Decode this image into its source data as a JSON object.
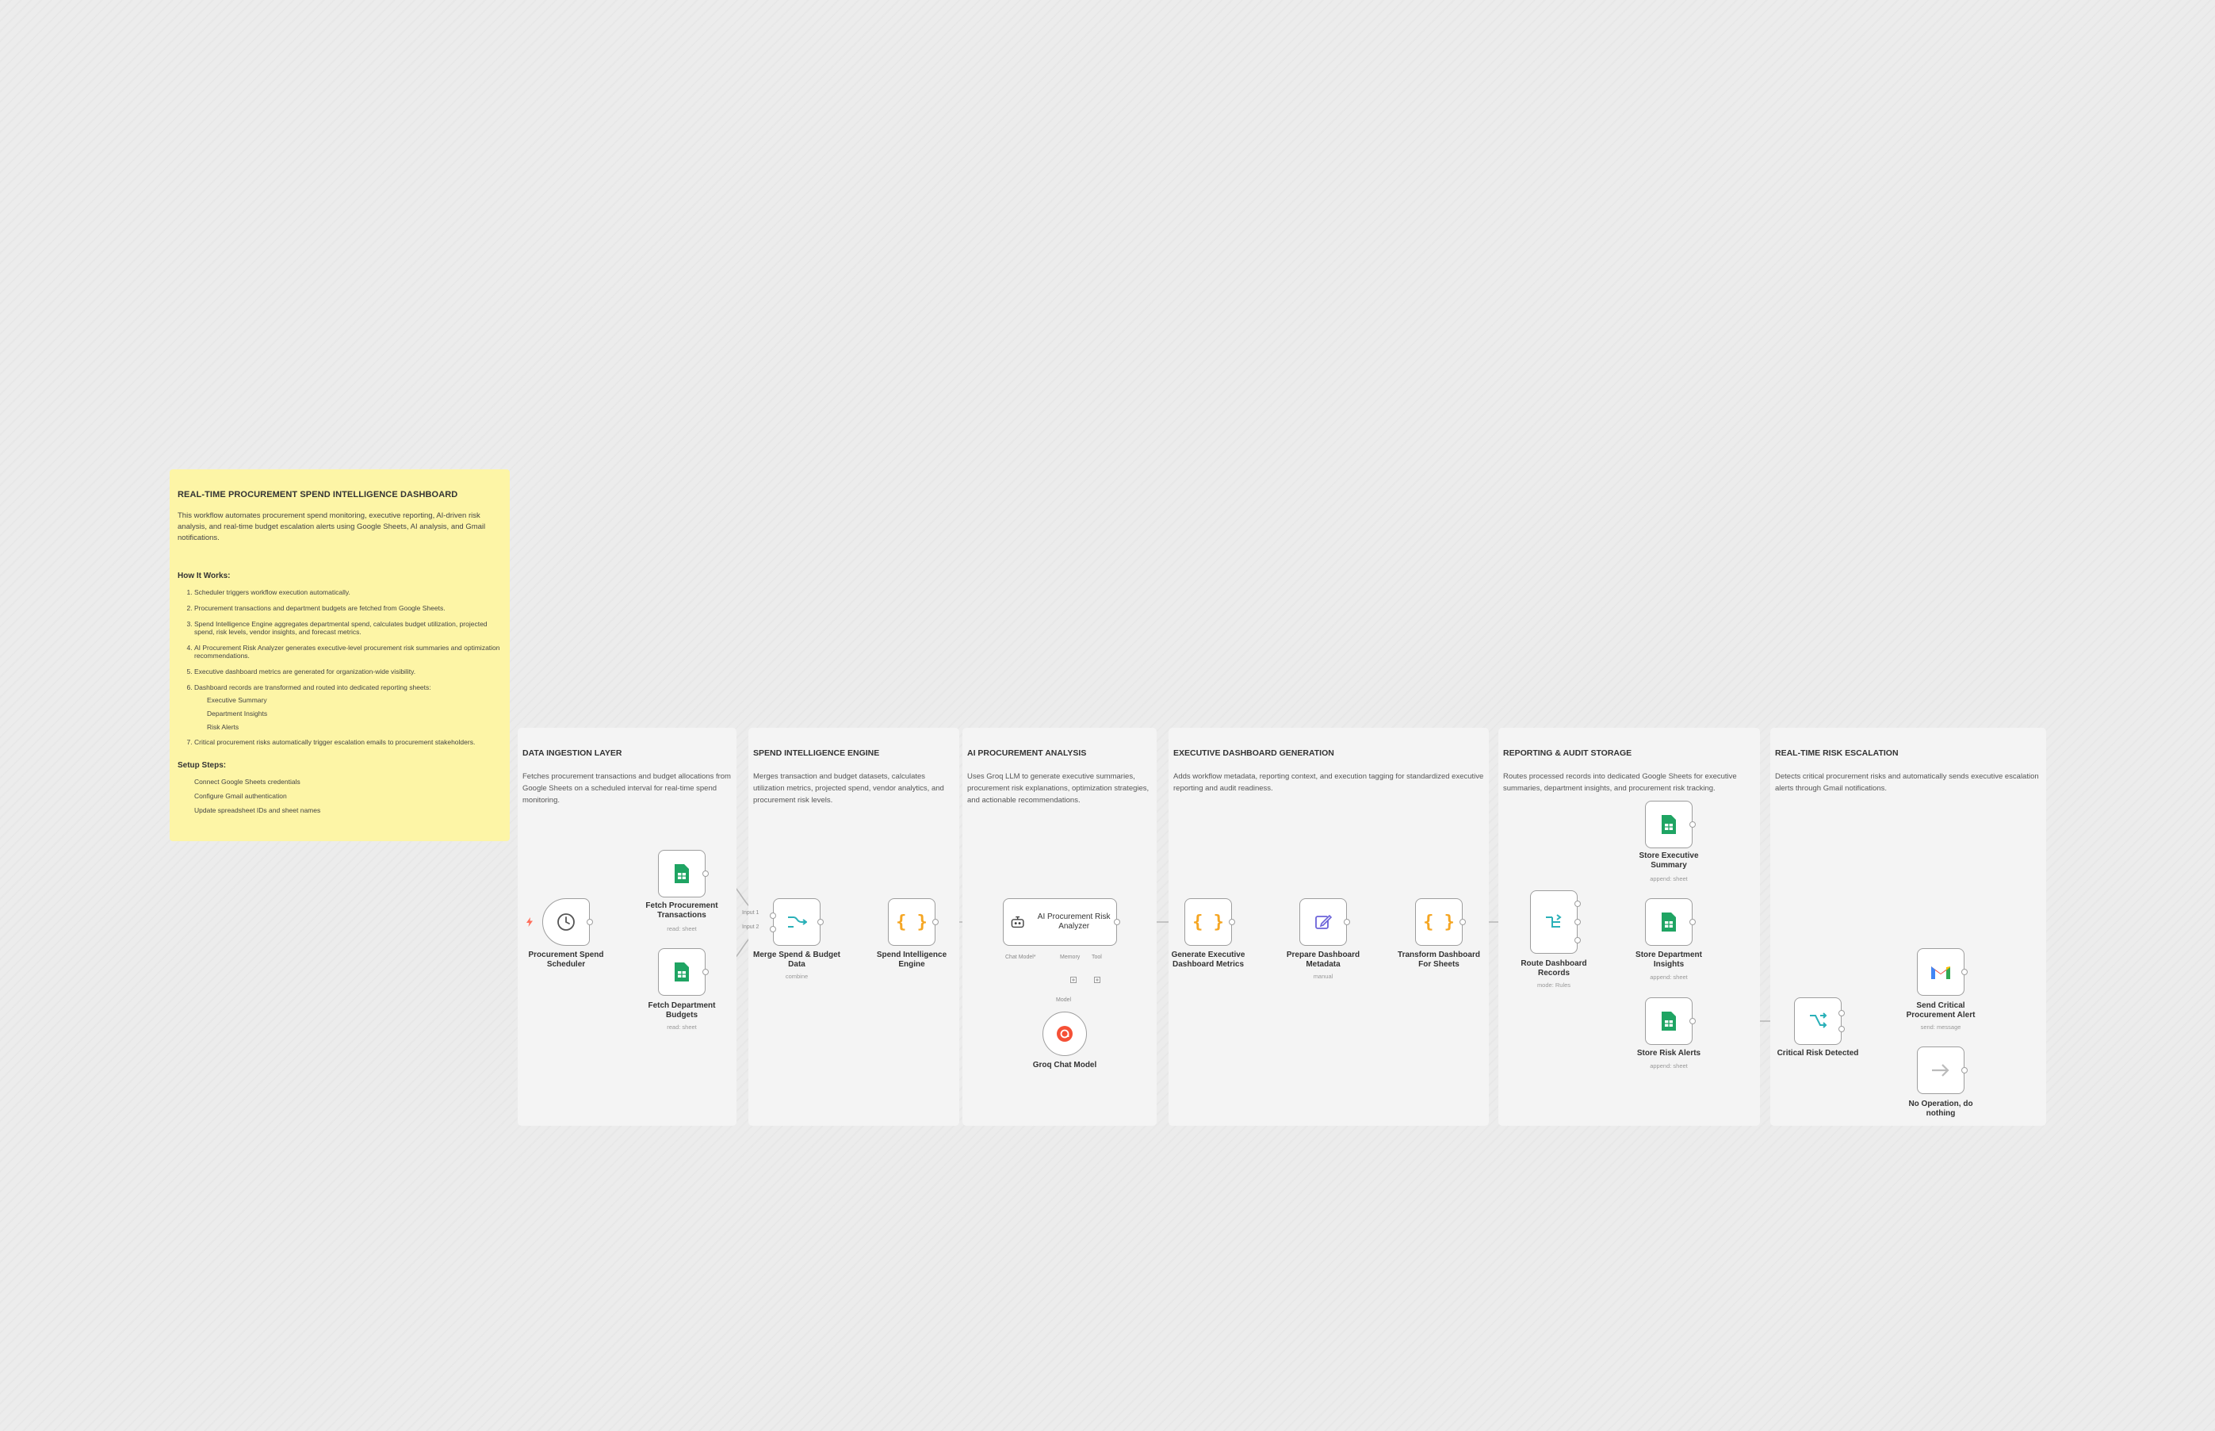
{
  "overview_note": {
    "title": "REAL-TIME PROCUREMENT SPEND INTELLIGENCE DASHBOARD",
    "description": "This workflow automates procurement spend monitoring, executive reporting, AI-driven risk analysis, and real-time budget escalation alerts using Google Sheets, AI analysis, and Gmail notifications.",
    "how_heading": "How It Works:",
    "steps": [
      "Scheduler triggers workflow execution automatically.",
      "Procurement transactions and department budgets are fetched from Google Sheets.",
      "Spend Intelligence Engine aggregates departmental spend, calculates budget utilization, projected spend, risk levels, vendor insights, and forecast metrics.",
      "AI Procurement Risk Analyzer generates executive-level procurement risk summaries and optimization recommendations.",
      "Executive dashboard metrics are generated for organization-wide visibility.",
      "Dashboard records are transformed and routed into dedicated reporting sheets:",
      "Critical procurement risks automatically trigger escalation emails to procurement stakeholders."
    ],
    "substeps": [
      "Executive Summary",
      "Department Insights",
      "Risk Alerts"
    ],
    "setup_heading": "Setup Steps:",
    "setup_steps": [
      "Connect Google Sheets credentials",
      "Configure Gmail authentication",
      "Update spreadsheet IDs and sheet names"
    ]
  },
  "sections": [
    {
      "title": "DATA INGESTION LAYER",
      "description": "Fetches procurement transactions and budget allocations from Google Sheets on a scheduled interval for real-time spend monitoring."
    },
    {
      "title": "SPEND INTELLIGENCE ENGINE",
      "description": "Merges transaction and budget datasets, calculates utilization metrics, projected spend, vendor analytics, and procurement risk levels."
    },
    {
      "title": "AI PROCUREMENT ANALYSIS",
      "description": "Uses Groq LLM to generate executive summaries, procurement risk explanations, optimization strategies, and actionable recommendations."
    },
    {
      "title": "EXECUTIVE DASHBOARD GENERATION",
      "description": "Adds workflow metadata, reporting context, and execution tagging for standardized executive reporting and audit readiness."
    },
    {
      "title": "REPORTING & AUDIT STORAGE",
      "description": "Routes processed records into dedicated Google Sheets for executive summaries, department insights, and procurement risk tracking."
    },
    {
      "title": "REAL-TIME RISK ESCALATION",
      "description": "Detects critical procurement risks and automatically sends executive escalation alerts through Gmail notifications."
    }
  ],
  "nodes": {
    "scheduler": {
      "label": "Procurement Spend Scheduler",
      "icon": "clock-icon"
    },
    "fetch_transactions": {
      "label": "Fetch Procurement Transactions",
      "sub": "read: sheet",
      "icon": "google-sheets-icon"
    },
    "fetch_budgets": {
      "label": "Fetch Department Budgets",
      "sub": "read: sheet",
      "icon": "google-sheets-icon"
    },
    "merge": {
      "label": "Merge Spend & Budget Data",
      "sub": "combine",
      "icon": "merge-icon",
      "input_1": "Input 1",
      "input_2": "Input 2"
    },
    "spend_engine": {
      "label": "Spend Intelligence Engine",
      "icon": "code-icon"
    },
    "ai_analyzer": {
      "label": "AI Procurement Risk Analyzer",
      "icon": "robot-icon",
      "port_model": "Chat Model*",
      "port_memory": "Memory",
      "port_tool": "Tool"
    },
    "groq": {
      "label": "Groq Chat Model",
      "icon": "groq-icon",
      "port": "Model"
    },
    "exec_metrics": {
      "label": "Generate Executive Dashboard Metrics",
      "icon": "code-icon"
    },
    "prepare_metadata": {
      "label": "Prepare Dashboard Metadata",
      "sub": "manual",
      "icon": "edit-icon"
    },
    "transform": {
      "label": "Transform Dashboard For Sheets",
      "icon": "code-icon"
    },
    "route": {
      "label": "Route Dashboard Records",
      "sub": "mode: Rules",
      "icon": "switch-icon"
    },
    "store_exec": {
      "label": "Store Executive Summary",
      "sub": "append: sheet",
      "icon": "google-sheets-icon"
    },
    "store_dept": {
      "label": "Store Department Insights",
      "sub": "append: sheet",
      "icon": "google-sheets-icon"
    },
    "store_risk": {
      "label": "Store Risk Alerts",
      "sub": "append: sheet",
      "icon": "google-sheets-icon"
    },
    "critical": {
      "label": "Critical Risk Detected",
      "icon": "if-icon"
    },
    "gmail": {
      "label": "Send Critical Procurement Alert",
      "sub": "send: message",
      "icon": "gmail-icon"
    },
    "noop": {
      "label": "No Operation, do nothing",
      "icon": "arrow-icon"
    }
  },
  "colors": {
    "sheets": "#1fa463",
    "code": "#f5a623",
    "merge": "#2ab0b8",
    "edit": "#6c63d9",
    "groq": "#f55036",
    "trigger": "#ff6d5a",
    "connector": "#b5b5b5"
  }
}
